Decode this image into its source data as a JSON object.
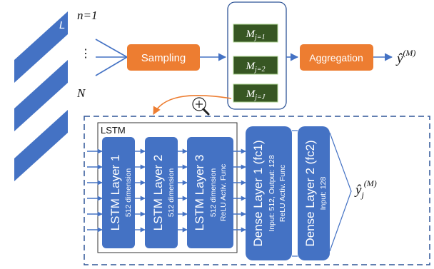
{
  "inputs": {
    "top_label": "n=1",
    "dots": "⋮",
    "bottom_label": "N",
    "slice_label": "L"
  },
  "sampling": {
    "label": "Sampling"
  },
  "models": [
    "M_{j=1}",
    "M_{j=2}",
    "M_{j=J}"
  ],
  "aggregation": {
    "label": "Aggregation"
  },
  "output": {
    "label": "ŷ^{(M)}"
  },
  "zoom": {
    "icon": "magnifier-plus-icon"
  },
  "detail": {
    "lstm_group_label": "LSTM",
    "layers": [
      {
        "title": "LSTM Layer 1",
        "lines": [
          "512 dimension"
        ]
      },
      {
        "title": "LSTM Layer 2",
        "lines": [
          "512 dimension"
        ]
      },
      {
        "title": "LSTM Layer 3",
        "lines": [
          "512 dimension",
          "ReLU Activ. Func"
        ]
      },
      {
        "title": "Dense Layer 1 (fc1)",
        "lines": [
          "Input: 512, Output: 128",
          "ReLU Activ. Func"
        ]
      },
      {
        "title": "Dense Layer 2 (fc2)",
        "lines": [
          "Input: 128"
        ]
      }
    ],
    "output_label": "ŷ_j^{(M)}"
  },
  "colors": {
    "blue": "#4472C4",
    "orange": "#ED7D31",
    "dark_green": "#375623",
    "model_box_border": "#2F5597",
    "dashed_border": "#2F5597"
  }
}
